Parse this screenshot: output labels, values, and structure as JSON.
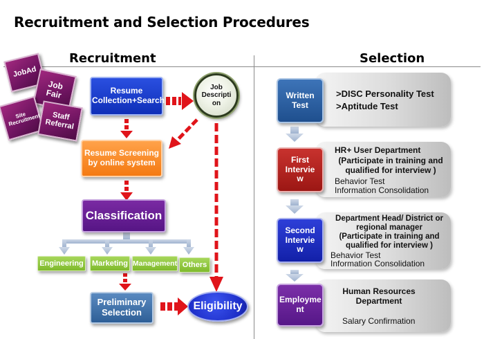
{
  "title": "Recruitment and Selection Procedures",
  "recruitment": {
    "heading": "Recruitment",
    "cards": {
      "jobad": "JobAd",
      "jobfair": "Job Fair",
      "site": "Site Recruitment",
      "staff": "Staff Referral"
    },
    "resume_collection": "Resume Collection+Search",
    "job_description": "Job Descripti on",
    "resume_screening": "Resume Screening by online system",
    "classification": "Classification",
    "categories": [
      "Engineering",
      "Marketing",
      "Management",
      "Others"
    ],
    "preliminary": "Preliminary Selection",
    "eligibility": "Eligibility"
  },
  "selection": {
    "heading": "Selection",
    "steps": [
      {
        "label": "Written Test",
        "lines": [
          ">DISC  Personality Test",
          ">Aptitude Test"
        ]
      },
      {
        "label": "First Intervie w",
        "title": "HR+ User Department",
        "subtitle": "(Participate in training and qualified for interview )",
        "details": [
          "Behavior Test",
          "Information Consolidation"
        ]
      },
      {
        "label": "Second Intervie w",
        "title": "Department Head/ District or regional manager",
        "subtitle": "(Participate in training and qualified for interview )",
        "details": [
          "Behavior Test",
          "Information Consolidation"
        ]
      },
      {
        "label": "Employme nt",
        "title": "Human Resources Department",
        "details": [
          "Salary Confirmation"
        ]
      }
    ]
  },
  "colors": {
    "arrow_red": "#e0141a",
    "arrow_light": "#b8c8df",
    "category_green": "#8cc63f"
  }
}
